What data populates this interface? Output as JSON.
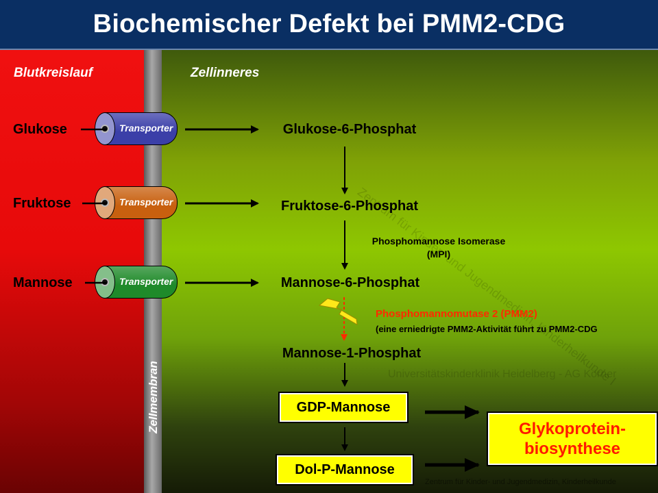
{
  "title": "Biochemischer Defekt bei PMM2-CDG",
  "areas": {
    "blood": "Blutkreislauf",
    "interior": "Zellinneres",
    "membrane": "Zellmembran"
  },
  "sugars": [
    "Glukose",
    "Fruktose",
    "Mannose"
  ],
  "transporter_label": "Transporter",
  "transporter_colors": [
    "#3b3fa8",
    "#c8600f",
    "#1f8a2a"
  ],
  "metabolites": {
    "g6p": "Glukose-6-Phosphat",
    "f6p": "Fruktose-6-Phosphat",
    "m6p": "Mannose-6-Phosphat",
    "m1p": "Mannose-1-Phosphat"
  },
  "enzymes": {
    "mpi_line1": "Phosphomannose Isomerase",
    "mpi_line2": "(MPI)",
    "pmm2_line1": "Phosphomannomutase 2 (PMM2)",
    "pmm2_line2": "(eine erniedrigte PMM2-Aktivität führt zu PMM2-CDG"
  },
  "boxes": {
    "gdp": "GDP-Mannose",
    "dol": "Dol-P-Mannose",
    "glyco_line1": "Glykoprotein-",
    "glyco_line2": "biosynthese"
  },
  "watermarks": {
    "diag": "Zentrum für Kinder- und Jugendmedizin, Kinderheilkunde I",
    "mid": "Universitätskinderklinik Heidelberg - AG Körner",
    "bottom": "Zentrum für Kinder- und Jugendmedizin, Kinderheilkunde"
  },
  "colors": {
    "defect_red": "#ff2a00",
    "highlight_yellow": "#ffff00",
    "header_blue": "#0a2f63"
  }
}
